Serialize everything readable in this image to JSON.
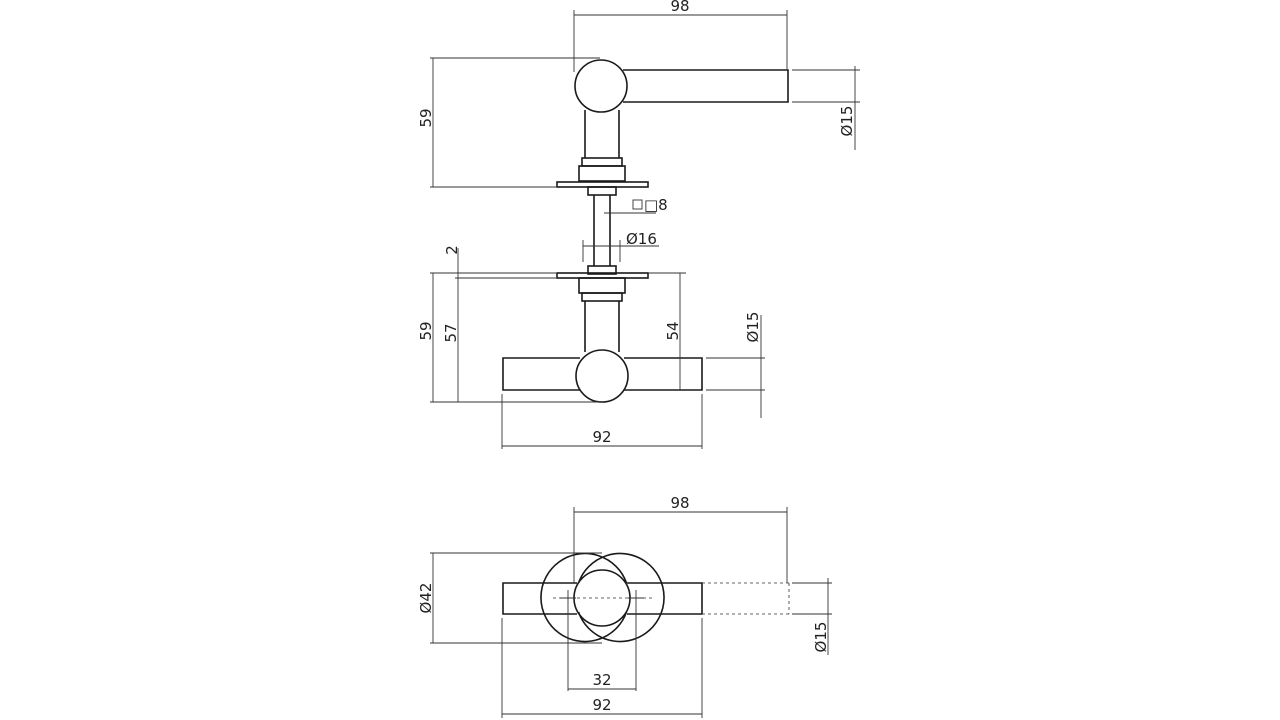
{
  "top_view": {
    "width_label": "98",
    "height_label": "59",
    "lever_dia_label": "Ø15",
    "square_spindle_label": "□8",
    "spindle_dia_label": "Ø16"
  },
  "middle_view": {
    "rose_thickness_label": "2",
    "overall_height_label": "59",
    "height_57_label": "57",
    "height_54_label": "54",
    "bar_dia_label": "Ø15",
    "bar_length_label": "92"
  },
  "bottom_view": {
    "width_label": "98",
    "rose_dia_label": "Ø42",
    "bar_dia_label": "Ø15",
    "hole_spacing_label": "32",
    "bar_length_label": "92"
  }
}
